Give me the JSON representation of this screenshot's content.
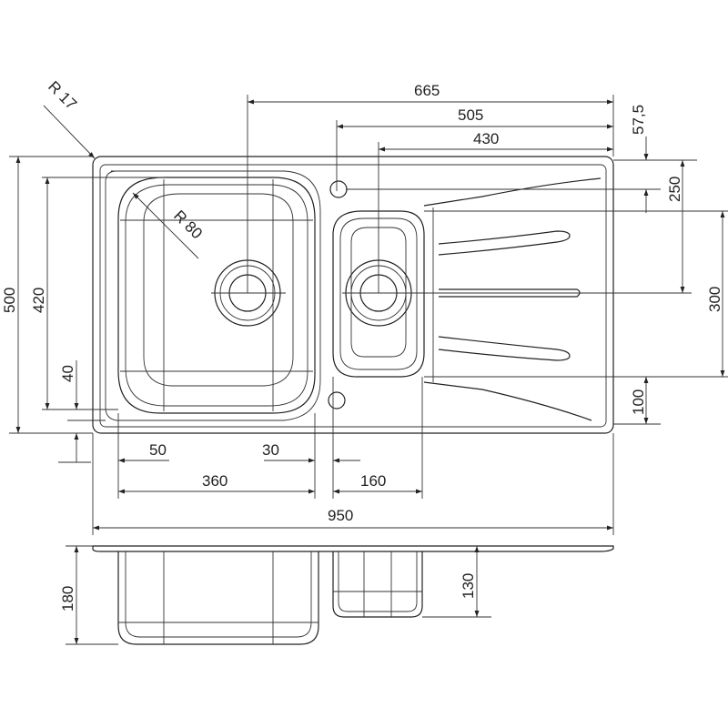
{
  "dimensions": {
    "radius_corner": "R 17",
    "radius_bowl": "R 80",
    "top_665": "665",
    "top_505": "505",
    "top_430": "430",
    "right_57_5": "57,5",
    "right_250": "250",
    "right_300": "300",
    "right_100": "100",
    "left_500": "500",
    "left_420": "420",
    "left_40": "40",
    "bottom_50": "50",
    "bottom_30": "30",
    "bottom_360": "360",
    "bottom_160": "160",
    "bottom_950": "950",
    "side_180": "180",
    "side_130": "130"
  }
}
